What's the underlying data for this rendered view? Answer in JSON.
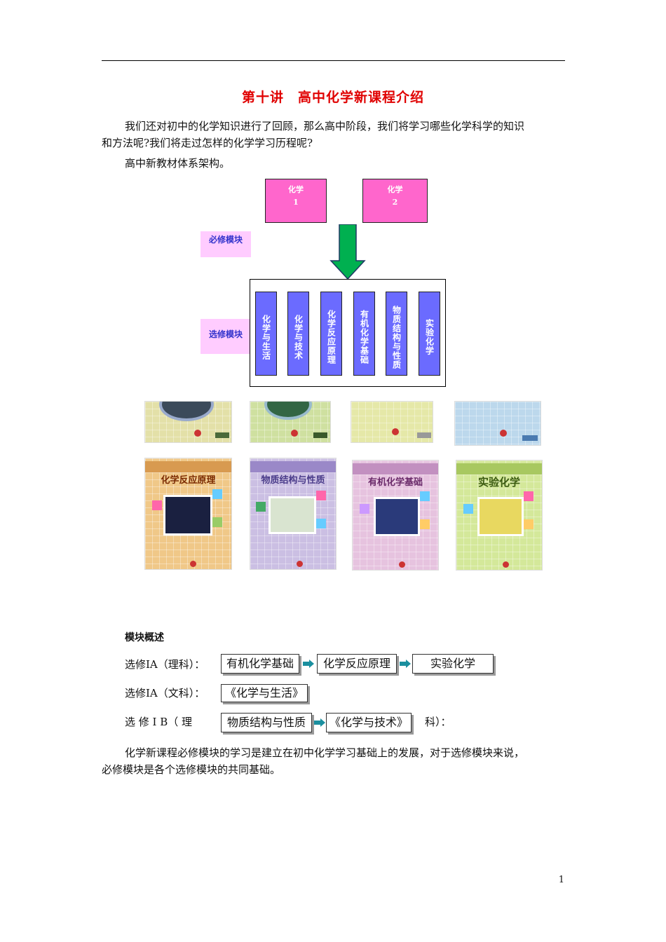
{
  "document": {
    "title": "第十讲　高中化学新课程介绍",
    "intro_line1": "我们还对初中的化学知识进行了回顾，那么高中阶段，我们将学习哪些化学科学的知识",
    "intro_line2": "和方法呢?我们将走过怎样的化学学习历程呢?",
    "structure_line": "高中新教材体系架构。",
    "page_number": "1"
  },
  "diagram": {
    "required_label": "必修模块",
    "elective_label": "选修模块",
    "required_modules": [
      {
        "line1": "化学",
        "line2": "1"
      },
      {
        "line1": "化学",
        "line2": "2"
      }
    ],
    "elective_modules": [
      "化学与生活",
      "化学与技术",
      "化学反应原理",
      "有机化学基础",
      "物质结构与性质",
      "实验化学"
    ],
    "box_color": "#ff66cc",
    "elective_color": "#6b6bff",
    "arrow_color": "#00b050"
  },
  "books": {
    "bottom_row_titles": [
      "化学反应原理",
      "物质结构与性质",
      "有机化学基础",
      "实验化学"
    ]
  },
  "overview": {
    "heading": "模块概述",
    "row1_label": "选修ⅠA（理科）：",
    "row1_items": [
      "有机化学基础",
      "化学反应原理",
      "实验化学"
    ],
    "row2_label": "选修ⅠA（文科）：",
    "row2_items": [
      "《化学与生活》"
    ],
    "row3_label_a": "选 修 Ⅰ B（ 理",
    "row3_items": [
      "物质结构与性质",
      "《化学与技术》"
    ],
    "row3_label_b": "科）：",
    "conclusion_line1": "化学新课程必修模块的学习是建立在初中化学学习基础上的发展，对于选修模块来说，",
    "conclusion_line2": "必修模块是各个选修模块的共同基础。"
  }
}
